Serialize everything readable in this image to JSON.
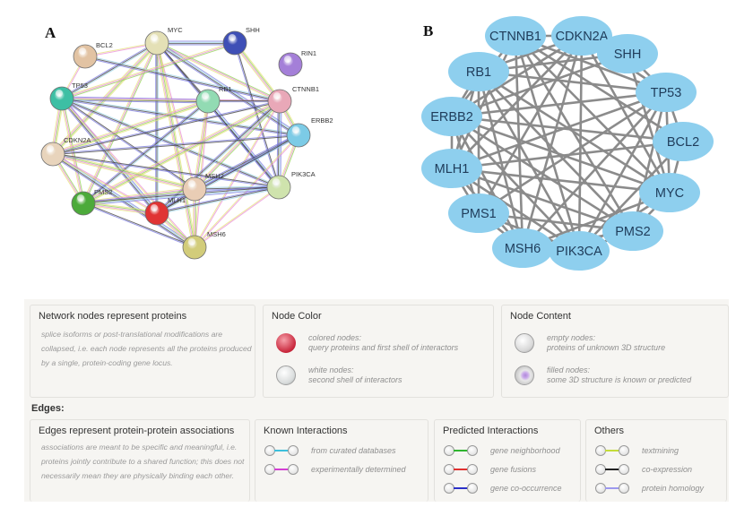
{
  "panels": {
    "a": {
      "label": "A",
      "nodes": [
        {
          "id": "MYC",
          "color": "#e4e0b6"
        },
        {
          "id": "BCL2",
          "color": "#e2c3a3"
        },
        {
          "id": "SHH",
          "color": "#3e4fb6"
        },
        {
          "id": "RIN1",
          "color": "#a47fd8"
        },
        {
          "id": "TP53",
          "color": "#3dbfa4"
        },
        {
          "id": "RB1",
          "color": "#92dbb3"
        },
        {
          "id": "CTNNB1",
          "color": "#e9a8b8"
        },
        {
          "id": "ERBB2",
          "color": "#7ccbe6"
        },
        {
          "id": "CDKN2A",
          "color": "#e8d4bc"
        },
        {
          "id": "MSH2",
          "color": "#e9cdb5"
        },
        {
          "id": "PIK3CA",
          "color": "#cfe3ad"
        },
        {
          "id": "PMS2",
          "color": "#4caa3a"
        },
        {
          "id": "MLH1",
          "color": "#e03434"
        },
        {
          "id": "MSH6",
          "color": "#d2cc7a"
        }
      ],
      "edges": [
        [
          "MYC",
          "BCL2"
        ],
        [
          "MYC",
          "TP53"
        ],
        [
          "MYC",
          "CDKN2A"
        ],
        [
          "MYC",
          "RB1"
        ],
        [
          "MYC",
          "CTNNB1"
        ],
        [
          "MYC",
          "ERBB2"
        ],
        [
          "MYC",
          "MSH2"
        ],
        [
          "MYC",
          "MLH1"
        ],
        [
          "MYC",
          "MSH6"
        ],
        [
          "MYC",
          "PIK3CA"
        ],
        [
          "MYC",
          "PMS2"
        ],
        [
          "MYC",
          "SHH"
        ],
        [
          "BCL2",
          "TP53"
        ],
        [
          "BCL2",
          "CTNNB1"
        ],
        [
          "SHH",
          "CTNNB1"
        ],
        [
          "SHH",
          "PIK3CA"
        ],
        [
          "SHH",
          "TP53"
        ],
        [
          "TP53",
          "RB1"
        ],
        [
          "TP53",
          "CTNNB1"
        ],
        [
          "TP53",
          "ERBB2"
        ],
        [
          "TP53",
          "CDKN2A"
        ],
        [
          "TP53",
          "MSH2"
        ],
        [
          "TP53",
          "PMS2"
        ],
        [
          "TP53",
          "MLH1"
        ],
        [
          "TP53",
          "MSH6"
        ],
        [
          "TP53",
          "PIK3CA"
        ],
        [
          "RB1",
          "CDKN2A"
        ],
        [
          "RB1",
          "CTNNB1"
        ],
        [
          "RB1",
          "MSH2"
        ],
        [
          "RB1",
          "PIK3CA"
        ],
        [
          "RB1",
          "MSH6"
        ],
        [
          "RB1",
          "PMS2"
        ],
        [
          "CTNNB1",
          "ERBB2"
        ],
        [
          "CTNNB1",
          "CDKN2A"
        ],
        [
          "CTNNB1",
          "MSH2"
        ],
        [
          "CTNNB1",
          "PIK3CA"
        ],
        [
          "CTNNB1",
          "MSH6"
        ],
        [
          "CTNNB1",
          "MLH1"
        ],
        [
          "CTNNB1",
          "PMS2"
        ],
        [
          "ERBB2",
          "CDKN2A"
        ],
        [
          "ERBB2",
          "PIK3CA"
        ],
        [
          "ERBB2",
          "MSH2"
        ],
        [
          "ERBB2",
          "MSH6"
        ],
        [
          "ERBB2",
          "MLH1"
        ],
        [
          "CDKN2A",
          "MSH2"
        ],
        [
          "CDKN2A",
          "PIK3CA"
        ],
        [
          "CDKN2A",
          "PMS2"
        ],
        [
          "CDKN2A",
          "MSH6"
        ],
        [
          "CDKN2A",
          "MLH1"
        ],
        [
          "MSH2",
          "PIK3CA"
        ],
        [
          "MSH2",
          "PMS2"
        ],
        [
          "MSH2",
          "MLH1"
        ],
        [
          "MSH2",
          "MSH6"
        ],
        [
          "PIK3CA",
          "PMS2"
        ],
        [
          "PIK3CA",
          "MSH6"
        ],
        [
          "PIK3CA",
          "MLH1"
        ],
        [
          "PMS2",
          "MLH1"
        ],
        [
          "PMS2",
          "MSH6"
        ],
        [
          "MLH1",
          "MSH6"
        ]
      ],
      "edge_colors": [
        "#e98ad8",
        "#9fd6e8",
        "#e6e27a",
        "#3b3b3b",
        "#8fd14f",
        "#7a7ae0"
      ]
    },
    "b": {
      "label": "B",
      "node_color": "#8ecfee",
      "text_color": "#1f3c5a",
      "edge_color": "#8b8b8b",
      "nodes": [
        "CTNNB1",
        "CDKN2A",
        "SHH",
        "TP53",
        "BCL2",
        "MYC",
        "PMS2",
        "PIK3CA",
        "MSH6",
        "PMS1",
        "MLH1",
        "ERBB2",
        "RB1"
      ],
      "edges": [
        [
          "CTNNB1",
          "CDKN2A"
        ],
        [
          "CTNNB1",
          "TP53"
        ],
        [
          "CTNNB1",
          "MYC"
        ],
        [
          "CTNNB1",
          "PIK3CA"
        ],
        [
          "CTNNB1",
          "MSH6"
        ],
        [
          "CTNNB1",
          "MLH1"
        ],
        [
          "CTNNB1",
          "ERBB2"
        ],
        [
          "CTNNB1",
          "PMS2"
        ],
        [
          "CTNNB1",
          "BCL2"
        ],
        [
          "CDKN2A",
          "RB1"
        ],
        [
          "CDKN2A",
          "TP53"
        ],
        [
          "CDKN2A",
          "MYC"
        ],
        [
          "CDKN2A",
          "MSH6"
        ],
        [
          "CDKN2A",
          "PIK3CA"
        ],
        [
          "CDKN2A",
          "MLH1"
        ],
        [
          "CDKN2A",
          "ERBB2"
        ],
        [
          "CDKN2A",
          "PMS1"
        ],
        [
          "SHH",
          "TP53"
        ],
        [
          "SHH",
          "RB1"
        ],
        [
          "SHH",
          "MYC"
        ],
        [
          "SHH",
          "ERBB2"
        ],
        [
          "TP53",
          "RB1"
        ],
        [
          "TP53",
          "ERBB2"
        ],
        [
          "TP53",
          "MLH1"
        ],
        [
          "TP53",
          "MYC"
        ],
        [
          "TP53",
          "BCL2"
        ],
        [
          "TP53",
          "PMS2"
        ],
        [
          "TP53",
          "PIK3CA"
        ],
        [
          "TP53",
          "MSH6"
        ],
        [
          "TP53",
          "PMS1"
        ],
        [
          "BCL2",
          "MYC"
        ],
        [
          "BCL2",
          "ERBB2"
        ],
        [
          "BCL2",
          "MLH1"
        ],
        [
          "BCL2",
          "PIK3CA"
        ],
        [
          "MYC",
          "PMS2"
        ],
        [
          "MYC",
          "MLH1"
        ],
        [
          "MYC",
          "ERBB2"
        ],
        [
          "MYC",
          "RB1"
        ],
        [
          "MYC",
          "MSH6"
        ],
        [
          "MYC",
          "PIK3CA"
        ],
        [
          "PMS2",
          "MLH1"
        ],
        [
          "PMS2",
          "MSH6"
        ],
        [
          "PMS2",
          "PIK3CA"
        ],
        [
          "PMS2",
          "PMS1"
        ],
        [
          "PMS2",
          "ERBB2"
        ],
        [
          "PMS2",
          "RB1"
        ],
        [
          "PIK3CA",
          "MSH6"
        ],
        [
          "PIK3CA",
          "ERBB2"
        ],
        [
          "PIK3CA",
          "RB1"
        ],
        [
          "PIK3CA",
          "PMS1"
        ],
        [
          "PIK3CA",
          "MLH1"
        ],
        [
          "MSH6",
          "PMS1"
        ],
        [
          "MSH6",
          "MLH1"
        ],
        [
          "MSH6",
          "ERBB2"
        ],
        [
          "MSH6",
          "RB1"
        ],
        [
          "PMS1",
          "MLH1"
        ],
        [
          "PMS1",
          "ERBB2"
        ],
        [
          "PMS1",
          "RB1"
        ],
        [
          "MLH1",
          "ERBB2"
        ],
        [
          "MLH1",
          "RB1"
        ],
        [
          "ERBB2",
          "RB1"
        ]
      ]
    }
  },
  "legend": {
    "nodes_box": {
      "title": "Network nodes represent proteins",
      "desc": "splice isoforms or post-translational modifications are collapsed, i.e. each node represents all the proteins produced by a single, protein-coding gene locus."
    },
    "node_color": {
      "title": "Node Color",
      "items": [
        {
          "label": "colored nodes:",
          "desc": "query proteins and first shell of interactors",
          "icon": "colored-node-icon"
        },
        {
          "label": "white nodes:",
          "desc": "second shell of interactors",
          "icon": "white-node-icon"
        }
      ]
    },
    "node_content": {
      "title": "Node Content",
      "items": [
        {
          "label": "empty nodes:",
          "desc": "proteins of unknown 3D structure",
          "icon": "empty-node-icon"
        },
        {
          "label": "filled nodes:",
          "desc": "some 3D structure is known or predicted",
          "icon": "filled-node-icon"
        }
      ]
    },
    "edges_heading": "Edges:",
    "edges_box": {
      "title": "Edges represent protein-protein associations",
      "desc": "associations are meant to be specific and meaningful, i.e. proteins jointly contribute to a shared function; this does not necessarily mean they are physically binding each other."
    },
    "known": {
      "title": "Known Interactions",
      "items": [
        {
          "label": "from curated databases",
          "color": "#3ec0dc"
        },
        {
          "label": "experimentally determined",
          "color": "#d33fd3"
        }
      ]
    },
    "predicted": {
      "title": "Predicted Interactions",
      "items": [
        {
          "label": "gene neighborhood",
          "color": "#2fb52f"
        },
        {
          "label": "gene fusions",
          "color": "#e0302f"
        },
        {
          "label": "gene co-occurrence",
          "color": "#2a30c8"
        }
      ]
    },
    "others": {
      "title": "Others",
      "items": [
        {
          "label": "textmining",
          "color": "#c4dc3a"
        },
        {
          "label": "co-expression",
          "color": "#222222"
        },
        {
          "label": "protein homology",
          "color": "#9c98ee"
        }
      ]
    }
  }
}
